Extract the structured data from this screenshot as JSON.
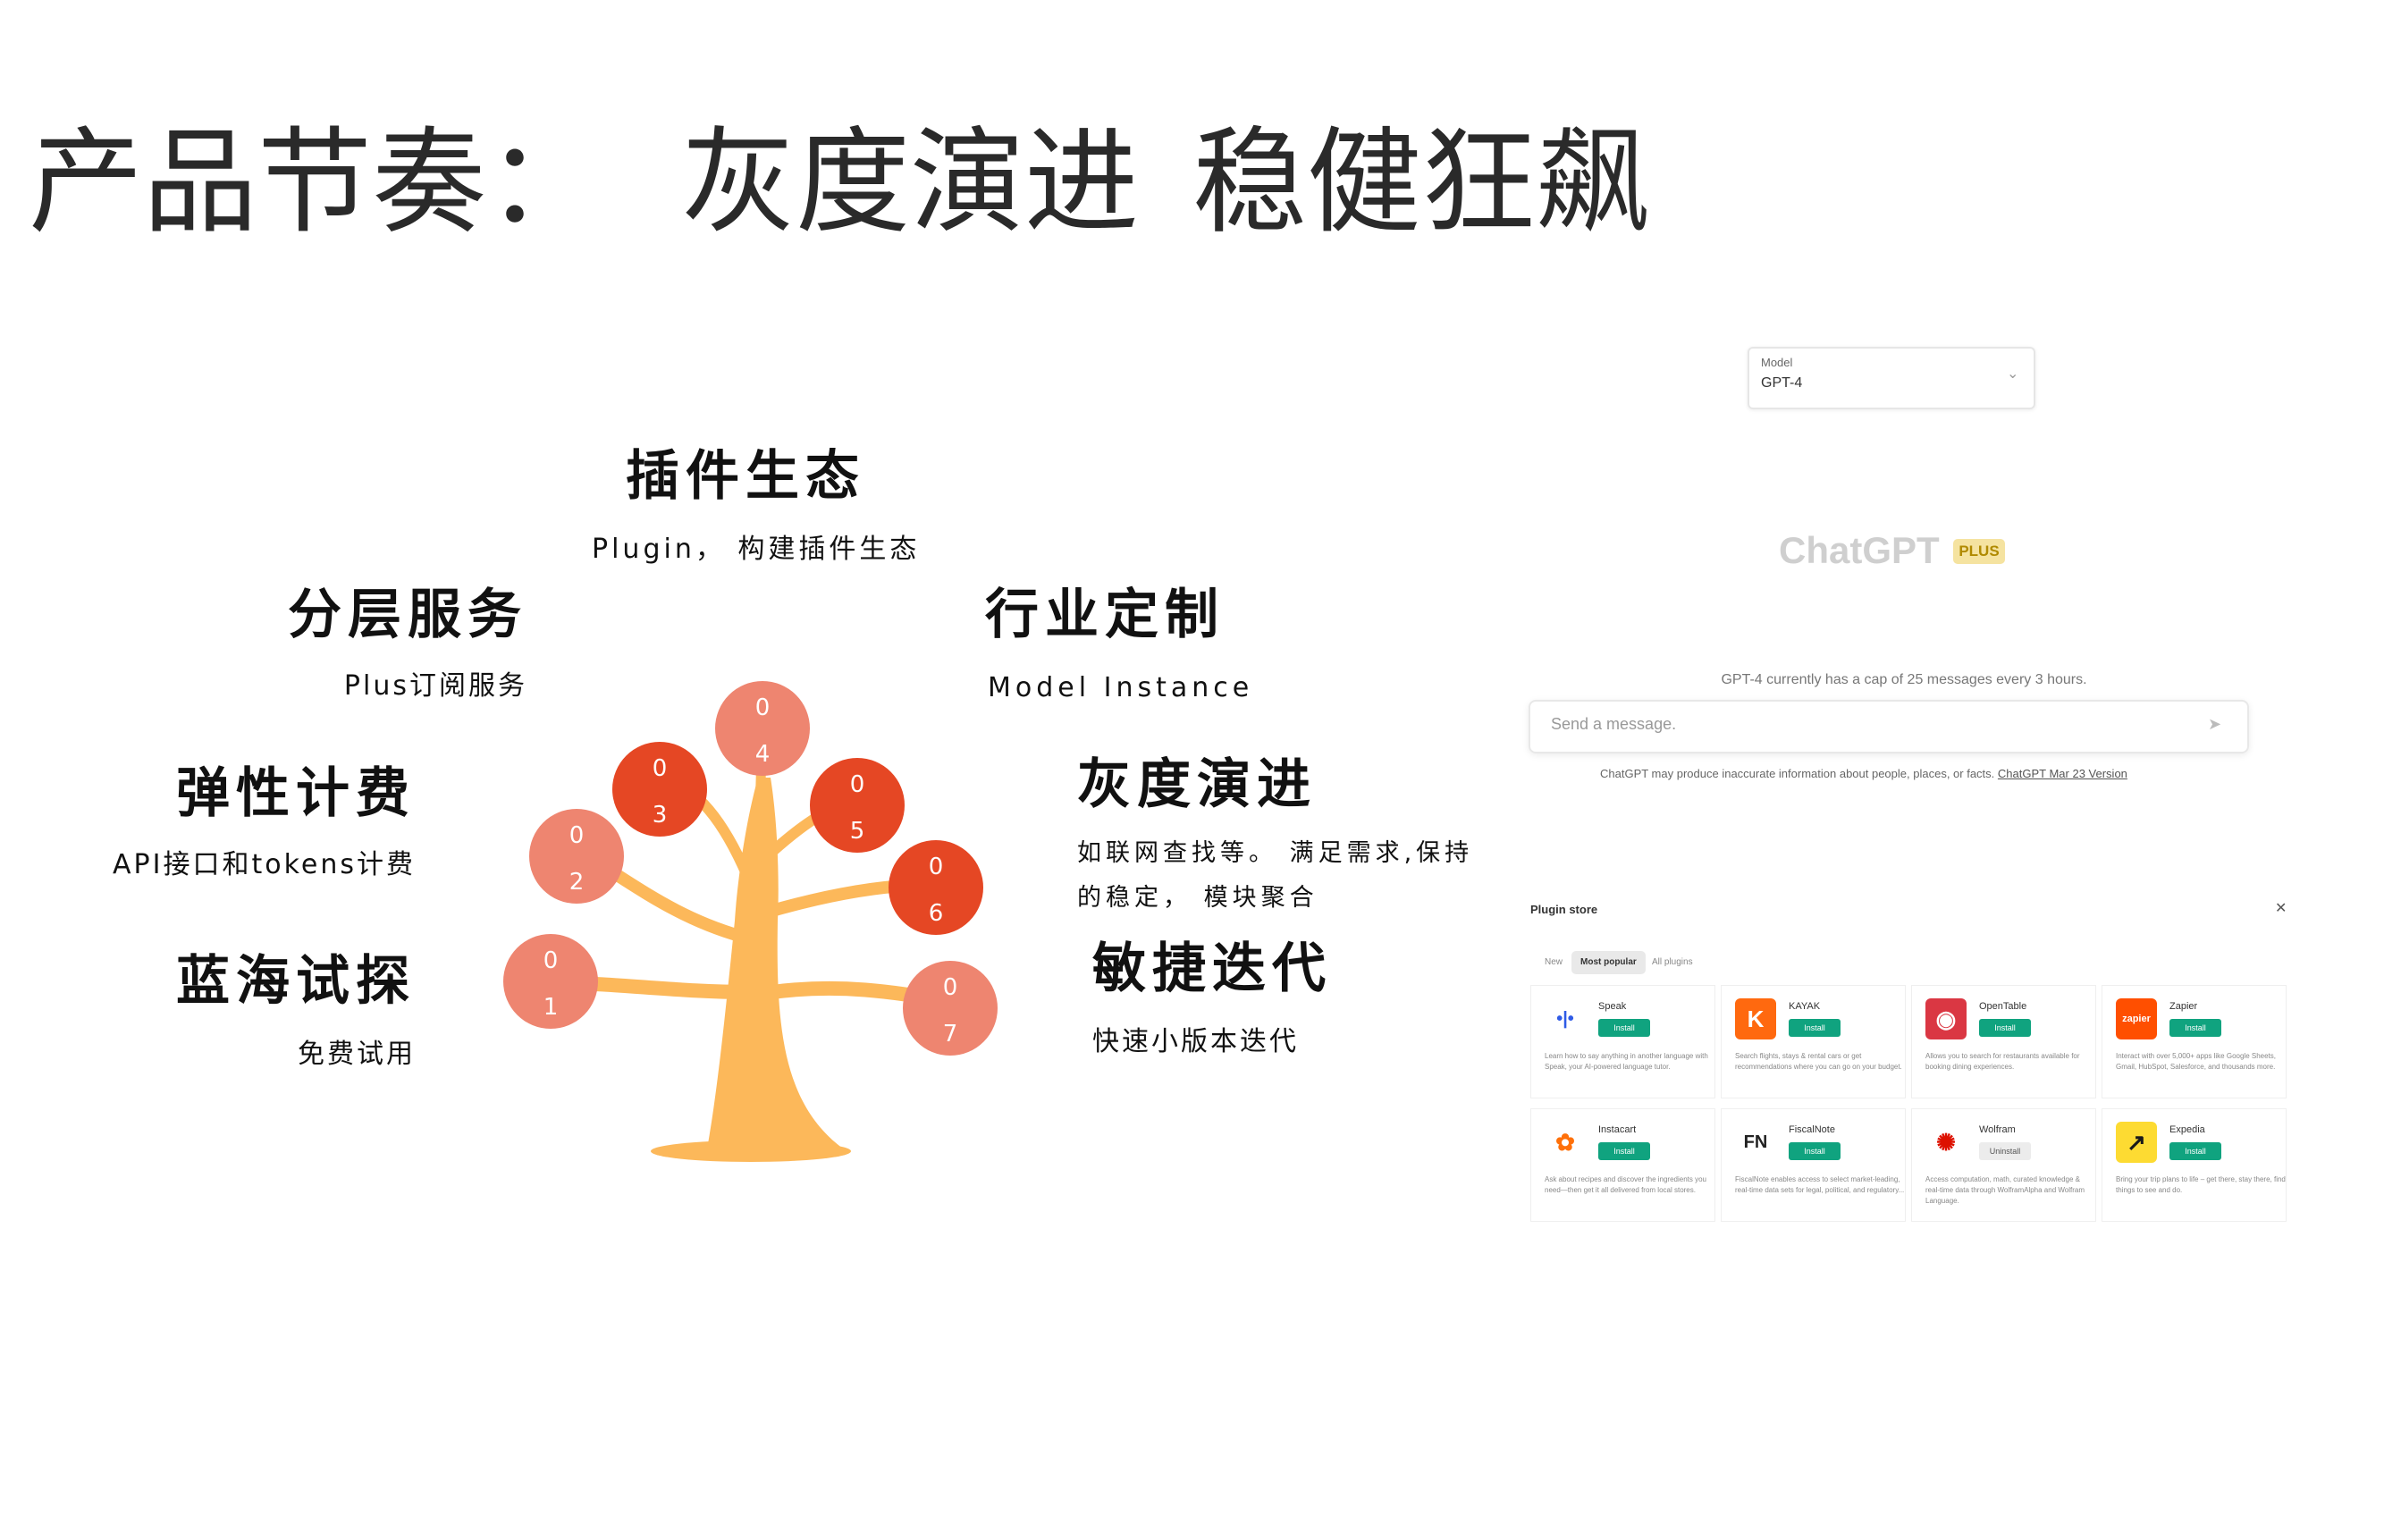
{
  "title": {
    "part1": "产品节奏：",
    "part2": "灰度演进",
    "part3": "稳健狂飙"
  },
  "items": [
    {
      "num_top": "0",
      "num_bottom": "1",
      "heading": "蓝海试探",
      "sub": "免费试用"
    },
    {
      "num_top": "0",
      "num_bottom": "2",
      "heading": "弹性计费",
      "sub": "API接口和tokens计费"
    },
    {
      "num_top": "0",
      "num_bottom": "3",
      "heading": "分层服务",
      "sub": "Plus订阅服务"
    },
    {
      "num_top": "0",
      "num_bottom": "4",
      "heading": "插件生态",
      "sub": "Plugin， 构建插件生态"
    },
    {
      "num_top": "0",
      "num_bottom": "5",
      "heading": "行业定制",
      "sub": "Model Instance"
    },
    {
      "num_top": "0",
      "num_bottom": "6",
      "heading": "灰度演进",
      "sub_line1": "如联网查找等。 满足需求,保持",
      "sub_line2": "的稳定， 模块聚合"
    },
    {
      "num_top": "0",
      "num_bottom": "7",
      "heading": "敏捷迭代",
      "sub": "快速小版本迭代"
    }
  ],
  "colors": {
    "dark_red": "#e54724",
    "light_red": "#ee8570",
    "tree": "#fcb85a",
    "accent_green": "#10a37f"
  },
  "screenshot": {
    "model_label": "Model",
    "model_value": "GPT-4",
    "logo_text": "ChatGPT",
    "plus_badge": "PLUS",
    "cap_text": "GPT-4 currently has a cap of 25 messages every 3 hours.",
    "message_placeholder": "Send a message.",
    "disclaimer_text": "ChatGPT may produce inaccurate information about people, places, or facts.",
    "disclaimer_link": "ChatGPT Mar 23 Version",
    "store_title": "Plugin store",
    "tabs": [
      "New",
      "Most popular",
      "All plugins"
    ],
    "plugins": [
      {
        "name": "Speak",
        "button": "Install",
        "desc": "Learn how to say anything in another language with Speak, your AI-powered language tutor."
      },
      {
        "name": "KAYAK",
        "button": "Install",
        "desc": "Search flights, stays & rental cars or get recommendations where you can go on your budget."
      },
      {
        "name": "OpenTable",
        "button": "Install",
        "desc": "Allows you to search for restaurants available for booking dining experiences."
      },
      {
        "name": "Zapier",
        "button": "Install",
        "desc": "Interact with over 5,000+ apps like Google Sheets, Gmail, HubSpot, Salesforce, and thousands more."
      },
      {
        "name": "Instacart",
        "button": "Install",
        "desc": "Ask about recipes and discover the ingredients you need—then get it all delivered from local stores."
      },
      {
        "name": "FiscalNote",
        "button": "Install",
        "desc": "FiscalNote enables access to select market-leading, real-time data sets for legal, political, and regulatory..."
      },
      {
        "name": "Wolfram",
        "button": "Uninstall",
        "desc": "Access computation, math, curated knowledge & real-time data through WolframAlpha and Wolfram Language."
      },
      {
        "name": "Expedia",
        "button": "Install",
        "desc": "Bring your trip plans to life – get there, stay there, find things to see and do."
      }
    ],
    "icon_glyphs": {
      "speak": "•|•",
      "kayak": "K",
      "opentable": "◉",
      "zapier": "zapier",
      "instacart": "✿",
      "fiscalnote": "FN",
      "wolfram": "✺",
      "expedia": "↗"
    }
  }
}
